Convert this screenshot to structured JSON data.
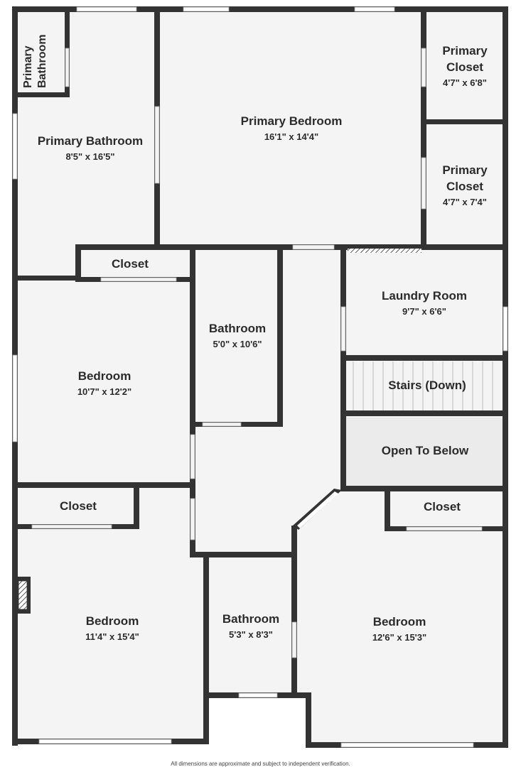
{
  "floorplan": {
    "rooms": [
      {
        "id": "primary-bathroom-small",
        "name": "Primary\nBathroom",
        "dims": ""
      },
      {
        "id": "primary-bathroom",
        "name": "Primary Bathroom",
        "dims": "8'5\" x 16'5\""
      },
      {
        "id": "primary-bedroom",
        "name": "Primary Bedroom",
        "dims": "16'1\" x 14'4\""
      },
      {
        "id": "primary-closet-1",
        "name": "Primary\nCloset",
        "dims": "4'7\" x 6'8\""
      },
      {
        "id": "primary-closet-2",
        "name": "Primary\nCloset",
        "dims": "4'7\" x 7'4\""
      },
      {
        "id": "closet-top",
        "name": "Closet",
        "dims": ""
      },
      {
        "id": "bathroom-1",
        "name": "Bathroom",
        "dims": "5'0\" x 10'6\""
      },
      {
        "id": "laundry-room",
        "name": "Laundry Room",
        "dims": "9'7\" x 6'6\""
      },
      {
        "id": "bedroom-1",
        "name": "Bedroom",
        "dims": "10'7\" x 12'2\""
      },
      {
        "id": "stairs",
        "name": "Stairs (Down)",
        "dims": ""
      },
      {
        "id": "open-to-below",
        "name": "Open To Below",
        "dims": ""
      },
      {
        "id": "closet-left",
        "name": "Closet",
        "dims": ""
      },
      {
        "id": "closet-right",
        "name": "Closet",
        "dims": ""
      },
      {
        "id": "bedroom-2",
        "name": "Bedroom",
        "dims": "11'4\" x 15'4\""
      },
      {
        "id": "bathroom-2",
        "name": "Bathroom",
        "dims": "5'3\" x 8'3\""
      },
      {
        "id": "bedroom-3",
        "name": "Bedroom",
        "dims": "12'6\" x 15'3\""
      }
    ],
    "footer": "All dimensions are approximate and subject to independent verification."
  },
  "colors": {
    "wall": "#333333",
    "floor": "#f4f4f4",
    "open_to_below": "#ebebeb",
    "window": "#ffffff"
  }
}
